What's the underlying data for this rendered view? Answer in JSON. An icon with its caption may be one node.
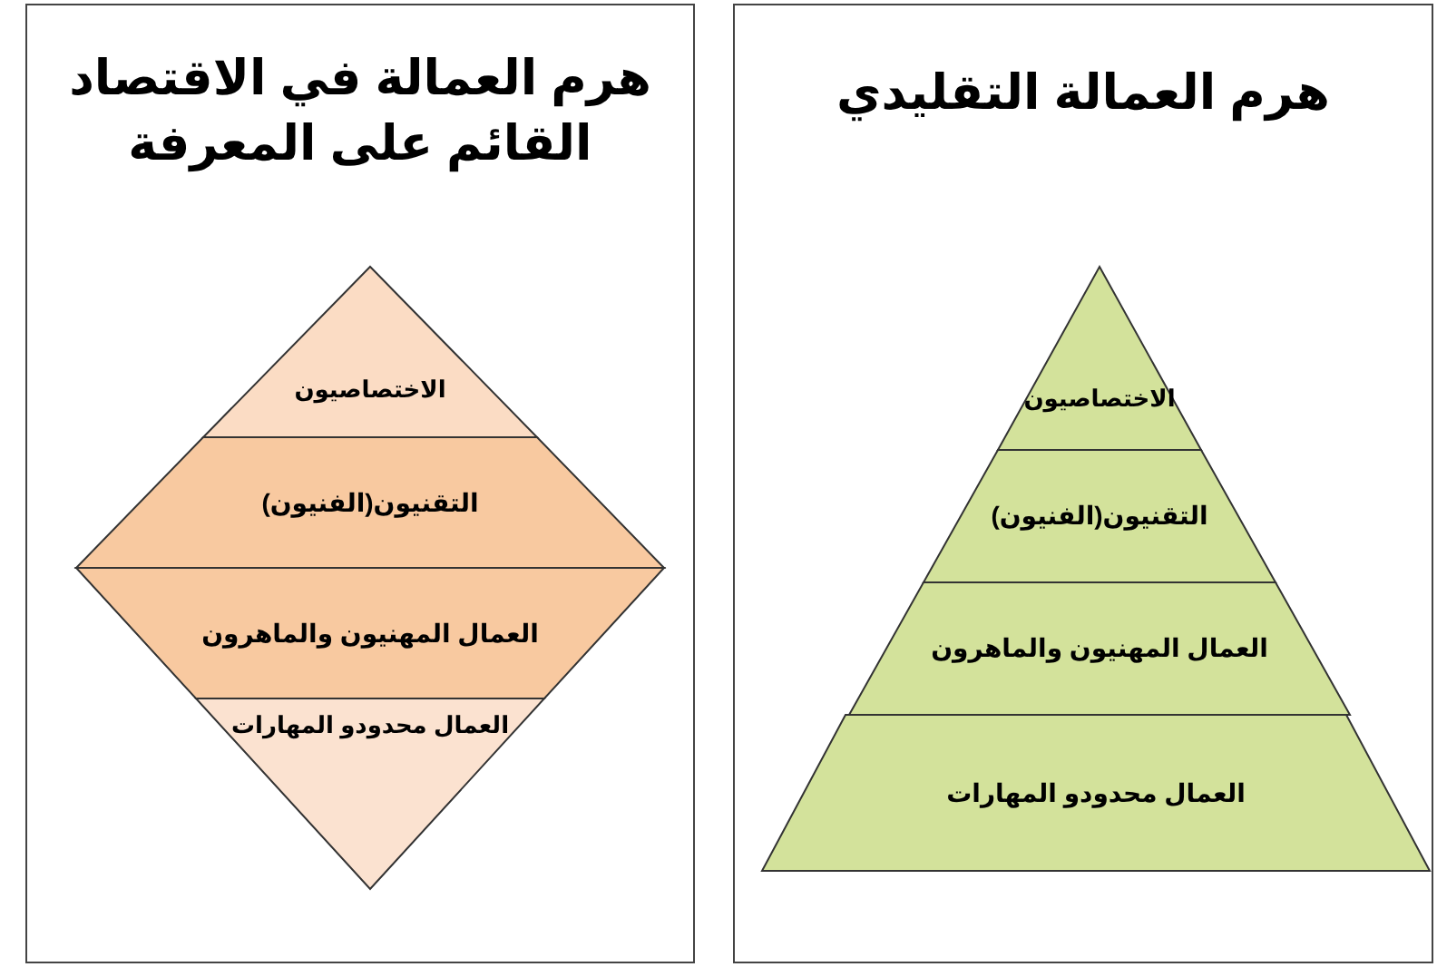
{
  "diagram": {
    "nodes": [
      {
        "text": [
          "هرم العمالة التقليدي"
        ]
      },
      {
        "text": [
          "الاختصاصيون"
        ],
        "in": 0
      },
      {
        "text": [
          "التقنيون(الفنيون)"
        ],
        "in": 0
      },
      {
        "text": [
          "العمال المهنيون والماهرون"
        ],
        "in": 0
      },
      {
        "text": [
          "العمال محدودو المهارات"
        ],
        "in": 0
      },
      {
        "text": [
          "هرم العمالة في الاقتصاد القائم على المعرفة"
        ]
      },
      {
        "text": [
          "الاختصاصيون"
        ],
        "in": 5
      },
      {
        "text": [
          "التقنيون(الفنيون)"
        ],
        "in": 5
      },
      {
        "text": [
          "العمال المهنيون والماهرون"
        ],
        "in": 5
      },
      {
        "text": [
          "العمال محدودو المهارات"
        ],
        "in": 5
      }
    ]
  }
}
